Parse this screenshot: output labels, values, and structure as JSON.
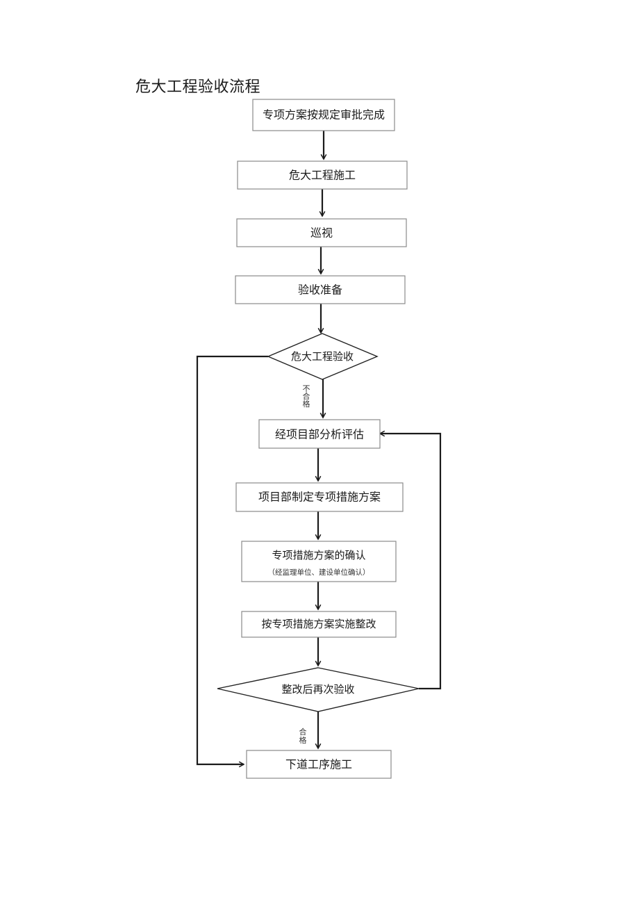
{
  "title": "危大工程验收流程",
  "nodes": {
    "plan_approved": "专项方案按规定审批完成",
    "construction": "危大工程施工",
    "inspection": "巡视",
    "acceptance_prep": "验收准备",
    "acceptance_check": "危大工程验收",
    "analysis": "经项目部分析评估",
    "measures_plan": "项目部制定专项措施方案",
    "measures_confirm": "专项措施方案的确认",
    "measures_confirm_note": "（经监理单位、建设单位确认）",
    "rectification": "按专项措施方案实施整改",
    "reacceptance_check": "整改后再次验收",
    "next_step": "下道工序施工"
  },
  "edge_labels": {
    "fail_1": "不",
    "fail_2": "合",
    "fail_3": "格",
    "pass_1": "合",
    "pass_2": "格"
  }
}
